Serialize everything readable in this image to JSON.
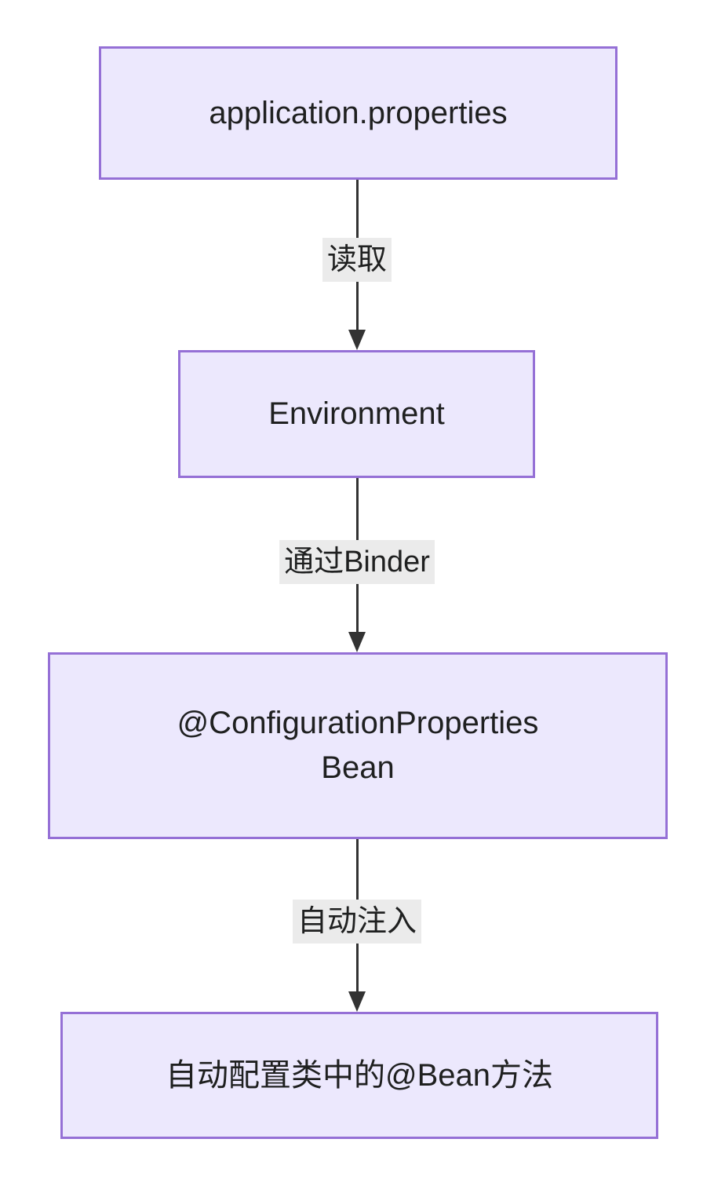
{
  "diagram": {
    "type": "flowchart",
    "direction": "top-to-bottom",
    "background_color": "#ffffff",
    "node_fill_color": "#ece8fd",
    "node_border_color": "#9570d6",
    "edge_color": "#333333",
    "edge_label_background_color": "#ebebeb",
    "text_color": "#1f2020",
    "nodes": [
      {
        "id": "app-properties",
        "label": "application.properties"
      },
      {
        "id": "environment",
        "label": "Environment"
      },
      {
        "id": "configuration-properties-bean",
        "label": "@ConfigurationProperties\nBean"
      },
      {
        "id": "auto-config-bean-method",
        "label": "自动配置类中的@Bean方法"
      }
    ],
    "edges": [
      {
        "id": "edge-1",
        "from": "app-properties",
        "to": "environment",
        "label": "读取"
      },
      {
        "id": "edge-2",
        "from": "environment",
        "to": "configuration-properties-bean",
        "label": "通过Binder"
      },
      {
        "id": "edge-3",
        "from": "configuration-properties-bean",
        "to": "auto-config-bean-method",
        "label": "自动注入"
      }
    ]
  }
}
